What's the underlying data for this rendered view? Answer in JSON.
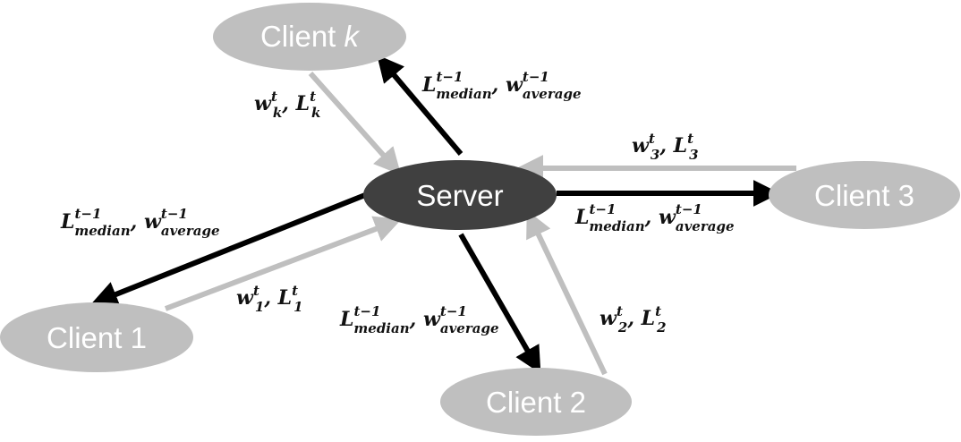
{
  "diagram": {
    "colors": {
      "client_fill": "#bfbfbf",
      "server_fill": "#404040",
      "upload_arrow": "#bfbfbf",
      "download_arrow": "#000000"
    },
    "nodes": {
      "server": {
        "label": "Server"
      },
      "client_k": {
        "label_prefix": "Client ",
        "label_var": "k"
      },
      "client_1": {
        "label": "Client 1"
      },
      "client_2": {
        "label": "Client 2"
      },
      "client_3": {
        "label": "Client 3"
      }
    },
    "labels": {
      "upload_k": {
        "w": "w",
        "w_sub": "k",
        "w_sup": "t",
        "sep": ", ",
        "l": "L",
        "l_sub": "k",
        "l_sup": "t"
      },
      "upload_1": {
        "w": "w",
        "w_sub": "1",
        "w_sup": "t",
        "sep": ", ",
        "l": "L",
        "l_sub": "1",
        "l_sup": "t"
      },
      "upload_2": {
        "w": "w",
        "w_sub": "2",
        "w_sup": "t",
        "sep": ", ",
        "l": "L",
        "l_sub": "2",
        "l_sup": "t"
      },
      "upload_3": {
        "w": "w",
        "w_sub": "3",
        "w_sup": "t",
        "sep": ", ",
        "l": "L",
        "l_sub": "3",
        "l_sup": "t"
      },
      "download_k": {
        "l": "L",
        "l_sub": "median",
        "l_sup": "t−1",
        "sep": ", ",
        "w": "w",
        "w_sub": "average",
        "w_sup": "t−1"
      },
      "download_1": {
        "l": "L",
        "l_sub": "median",
        "l_sup": "t−1",
        "sep": ", ",
        "w": "w",
        "w_sub": "average",
        "w_sup": "t−1"
      },
      "download_2": {
        "l": "L",
        "l_sub": "median",
        "l_sup": "t−1",
        "sep": ", ",
        "w": "w",
        "w_sub": "average",
        "w_sup": "t−1"
      },
      "download_3": {
        "l": "L",
        "l_sub": "median",
        "l_sup": "t−1",
        "sep": ", ",
        "w": "w",
        "w_sub": "average",
        "w_sup": "t−1"
      }
    }
  }
}
